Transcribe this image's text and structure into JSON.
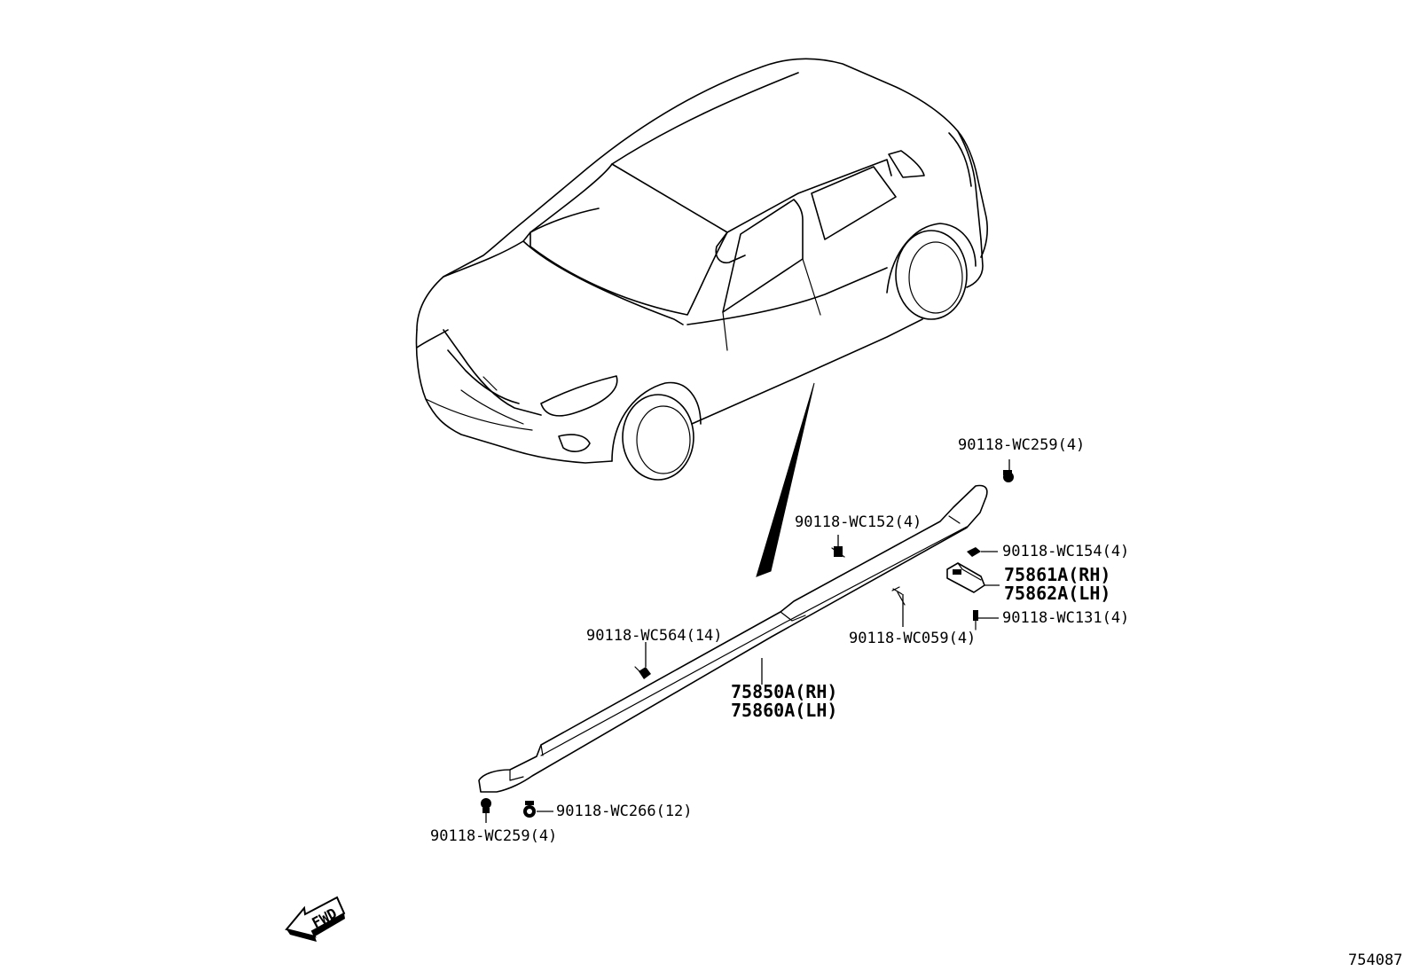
{
  "diagram_id": "754087",
  "direction_label": "FWD",
  "callouts": {
    "clip_rear_top": "90118-WC259(4)",
    "clip_upper": "90118-WC152(4)",
    "clip_rear_small": "90118-WC154(4)",
    "bracket_rh": "75861A(RH)",
    "bracket_lh": "75862A(LH)",
    "screw_bracket": "90118-WC131(4)",
    "clip_mid": "90118-WC564(14)",
    "screw_mid": "90118-WC059(4)",
    "sill_rh": "75850A(RH)",
    "sill_lh": "75860A(LH)",
    "nut_front": "90118-WC266(12)",
    "clip_front": "90118-WC259(4)"
  }
}
